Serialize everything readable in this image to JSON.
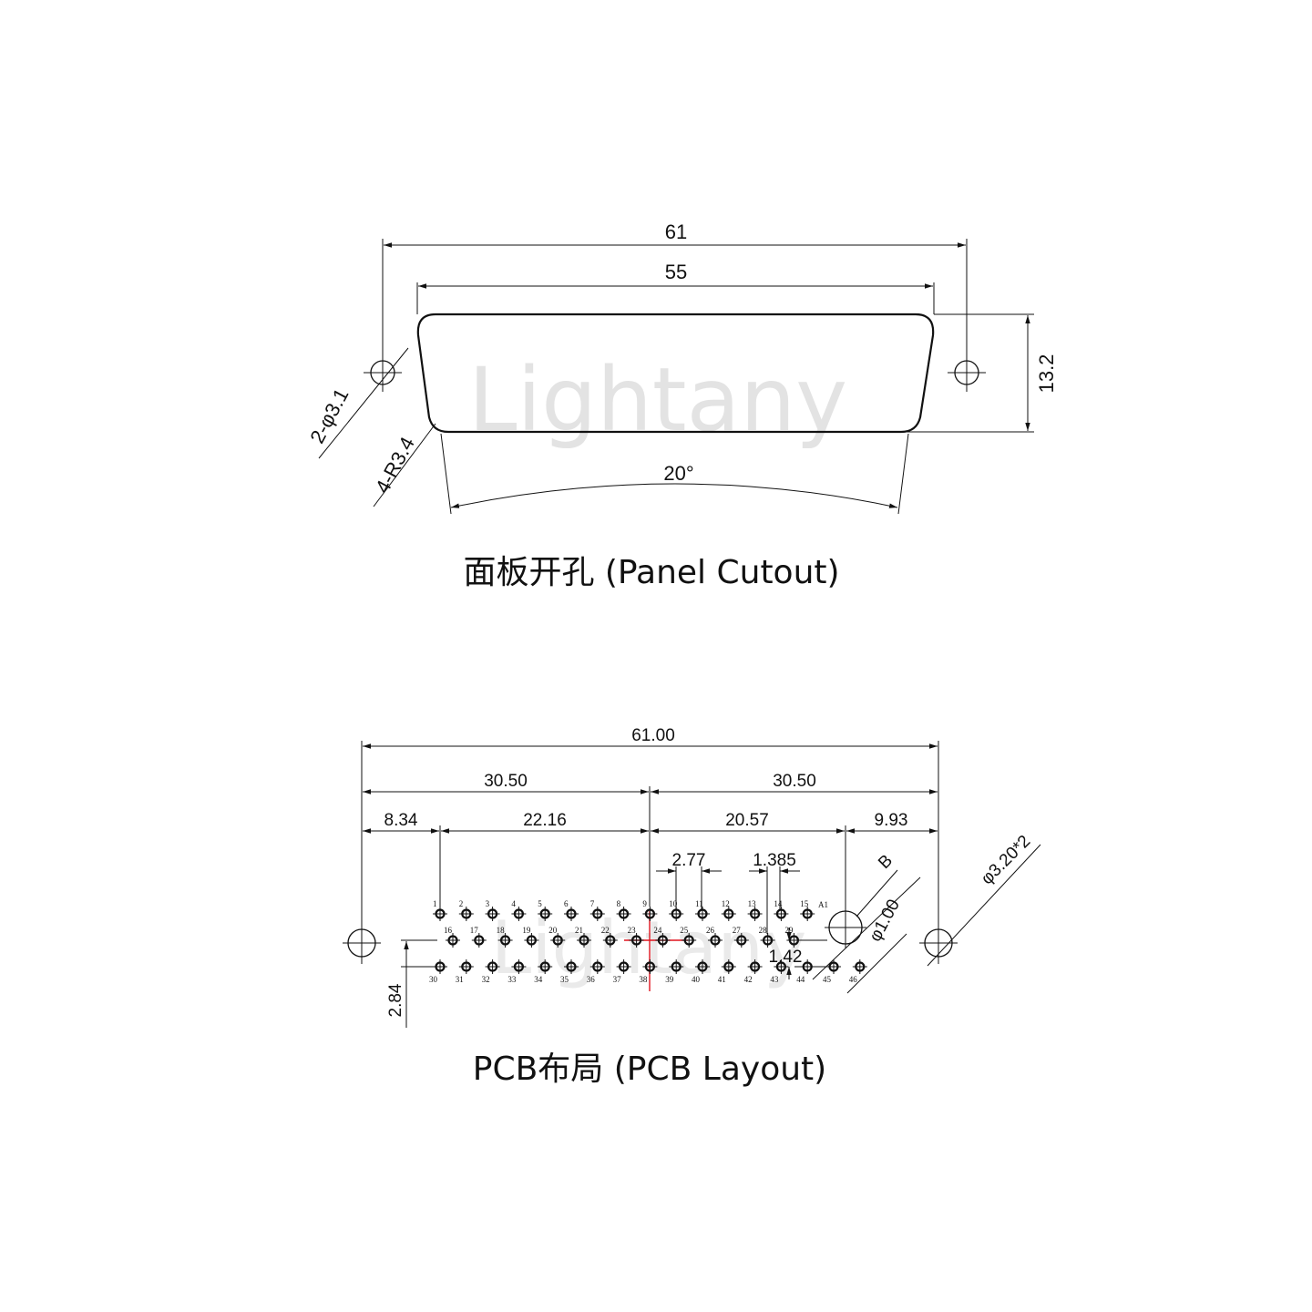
{
  "watermark": "Lightany",
  "panel": {
    "caption": "面板开孔 (Panel Cutout)",
    "dim_overall": "61",
    "dim_cutout": "55",
    "dim_height": "13.2",
    "dim_angle": "20°",
    "dim_mount_hole": "2-φ3.1",
    "dim_radius": "4-R3.4"
  },
  "pcb": {
    "caption": "PCB布局 (PCB Layout)",
    "dim_total": "61.00",
    "dim_half_left": "30.50",
    "dim_half_right": "30.50",
    "dim_a": "8.34",
    "dim_b": "22.16",
    "dim_c": "20.57",
    "dim_d": "9.93",
    "dim_pitch": "2.77",
    "dim_half_pitch": "1.385",
    "dim_row_pitch": "1.42",
    "dim_row_span": "2.84",
    "dim_pin_dia": "φ1.00",
    "dim_hole_dia": "φ3.20*2",
    "dim_b_label": "B",
    "pin_label_a1": "A1",
    "row1_labels": [
      "1",
      "2",
      "3",
      "4",
      "5",
      "6",
      "7",
      "8",
      "9",
      "10",
      "11",
      "12",
      "13",
      "14",
      "15"
    ],
    "row2_labels": [
      "16",
      "17",
      "18",
      "19",
      "20",
      "21",
      "22",
      "23",
      "24",
      "25",
      "26",
      "27",
      "28",
      "29"
    ],
    "row3_labels": [
      "30",
      "31",
      "32",
      "33",
      "34",
      "35",
      "36",
      "37",
      "38",
      "39",
      "40",
      "41",
      "42",
      "43",
      "44",
      "45",
      "46"
    ]
  }
}
